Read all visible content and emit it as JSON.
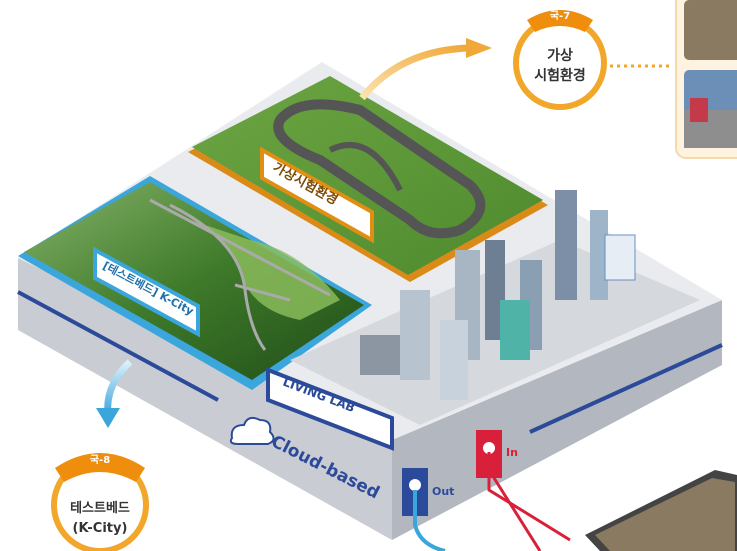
{
  "badges": {
    "virtual": {
      "code": "국-7",
      "line1": "가상",
      "line2": "시험환경"
    },
    "kcity": {
      "code": "국-8",
      "line1": "테스트베드",
      "line2": "(K-City)"
    }
  },
  "signs": {
    "virtual": "가상시험환경",
    "kcity": "[테스트베드] K-City",
    "living_lab": "LIVING LAB"
  },
  "platform": {
    "cloud_label": "Cloud-based",
    "port_out": "Out",
    "port_in": "In"
  },
  "colors": {
    "orange": "#f39c12",
    "blue_sign": "#3aa6dc",
    "navy": "#2c4a9a",
    "red": "#d8203a",
    "grass": "#5f9a3a"
  }
}
